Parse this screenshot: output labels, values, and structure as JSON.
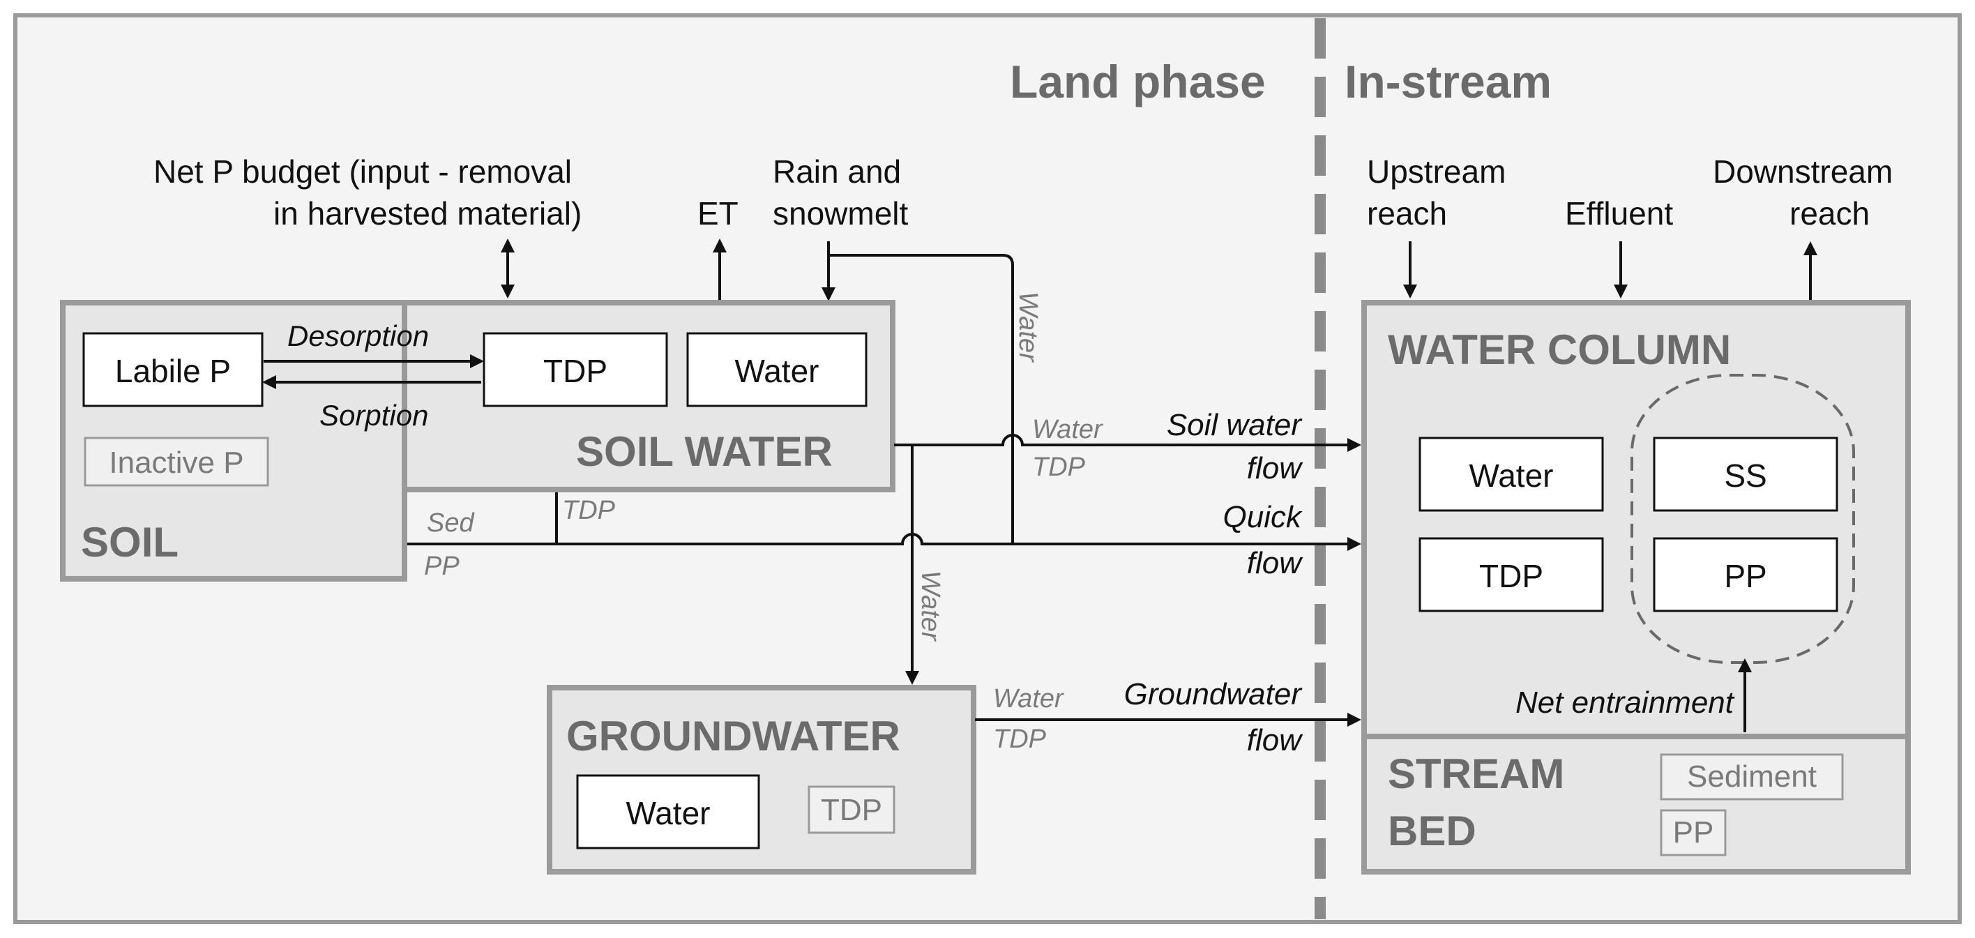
{
  "phases": {
    "land": "Land phase",
    "instream": "In-stream"
  },
  "inputs": {
    "net_p_budget_line1": "Net P budget (input - removal",
    "net_p_budget_line2": "in harvested material)",
    "et": "ET",
    "rain_line1": "Rain and",
    "rain_line2": "snowmelt",
    "upstream_line1": "Upstream",
    "upstream_line2": "reach",
    "effluent": "Effluent",
    "downstream_line1": "Downstream",
    "downstream_line2": "reach"
  },
  "soil": {
    "title": "SOIL",
    "labile_p": "Labile P",
    "inactive_p": "Inactive P"
  },
  "soil_water": {
    "title": "SOIL WATER",
    "tdp": "TDP",
    "water": "Water"
  },
  "groundwater": {
    "title": "GROUNDWATER",
    "water": "Water",
    "tdp": "TDP"
  },
  "water_column": {
    "title": "WATER COLUMN",
    "water": "Water",
    "tdp": "TDP",
    "ss": "SS",
    "pp": "PP"
  },
  "stream_bed": {
    "title_line1": "STREAM",
    "title_line2": "BED",
    "sediment": "Sediment",
    "pp": "PP"
  },
  "fluxes": {
    "desorption": "Desorption",
    "sorption": "Sorption",
    "water_vertical": "Water",
    "water_to_groundwater": "Water",
    "soil_flow_water": "Water",
    "soil_flow_tdp": "TDP",
    "soil_water_flow_line1": "Soil water",
    "soil_water_flow_line2": "flow",
    "sed": "Sed",
    "pp": "PP",
    "tdp_branch": "TDP",
    "quick_flow_line1": "Quick",
    "quick_flow_line2": "flow",
    "gw_water": "Water",
    "gw_tdp": "TDP",
    "gw_flow_line1": "Groundwater",
    "gw_flow_line2": "flow",
    "net_entrainment": "Net entrainment"
  }
}
